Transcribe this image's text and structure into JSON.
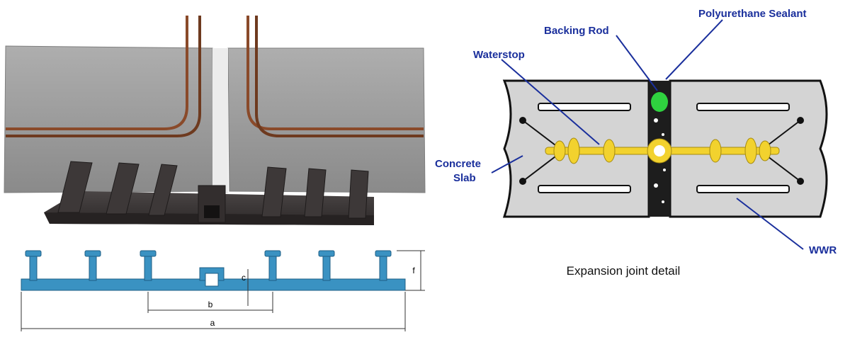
{
  "dimensions": {
    "a": "a",
    "b": "b",
    "c": "c",
    "f": "f"
  },
  "callouts": {
    "polyurethane_sealant": "Polyurethane Sealant",
    "backing_rod": "Backing Rod",
    "waterstop": "Waterstop",
    "concrete_slab_line1": "Concrete",
    "concrete_slab_line2": "Slab",
    "wwr": "WWR"
  },
  "caption": "Expansion joint detail",
  "colors": {
    "callout_text": "#1a2f9c",
    "callout_line": "#1a2f9c",
    "waterstop_profile": "#3a92c2",
    "waterstop_detail": "#f2d22e",
    "backing_rod": "#2fd23f",
    "concrete_fill": "#d4d4d4",
    "rebar": "#8a4a2a"
  }
}
